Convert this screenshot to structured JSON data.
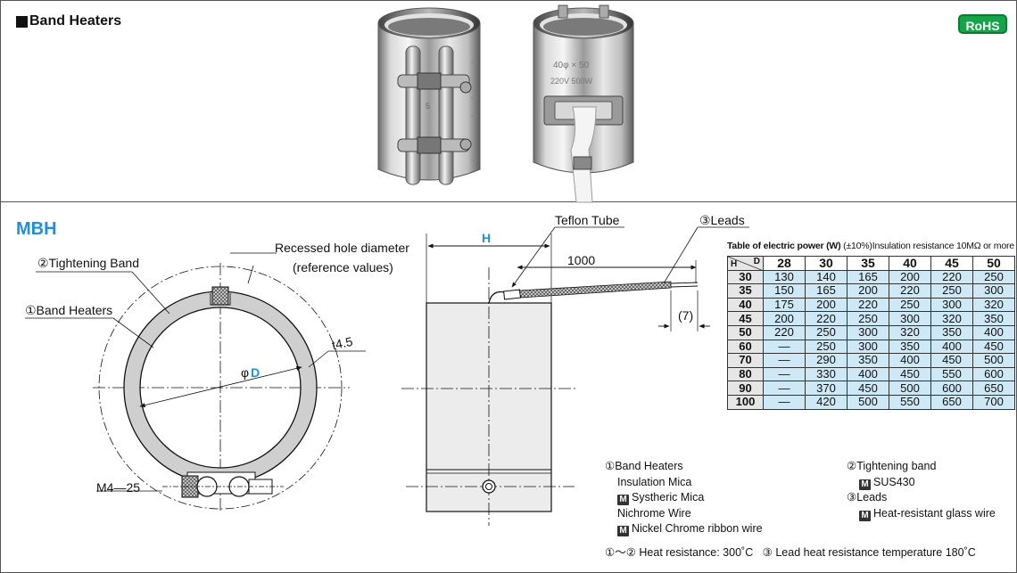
{
  "header": {
    "section_title": "Band Heaters",
    "rohs_badge": "RoHS",
    "photo1_engraving": "5",
    "photo2_engraving_line1": "40φ × 50",
    "photo2_engraving_line2": "220V   500W"
  },
  "drawing": {
    "series_title": "MBH",
    "labels": {
      "recessed_hole_line1": "Recessed hole diameter",
      "recessed_hole_line2": "(reference values)",
      "tightening_band": "②Tightening Band",
      "band_heaters": "①Band Heaters",
      "thickness": "t4.5",
      "diameter_prefix": "φ",
      "diameter_symbol": "D",
      "screw": "M4—25",
      "teflon_tube": "Teflon Tube",
      "leads": "③Leads",
      "height_symbol": "H",
      "lead_length": "1000",
      "strip_length": "(7)"
    }
  },
  "power_table": {
    "title_bold": "Table of electric power (W)",
    "title_rest": "(±10%)Insulation resistance 10MΩ  or more",
    "corner_d": "D",
    "corner_h": "H",
    "columns": [
      "28",
      "30",
      "35",
      "40",
      "45",
      "50"
    ],
    "rows": [
      {
        "h": "30",
        "values": [
          "130",
          "140",
          "165",
          "200",
          "220",
          "250"
        ]
      },
      {
        "h": "35",
        "values": [
          "150",
          "165",
          "200",
          "220",
          "250",
          "300"
        ]
      },
      {
        "h": "40",
        "values": [
          "175",
          "200",
          "220",
          "250",
          "300",
          "320"
        ]
      },
      {
        "h": "45",
        "values": [
          "200",
          "220",
          "250",
          "300",
          "320",
          "350"
        ]
      },
      {
        "h": "50",
        "values": [
          "220",
          "250",
          "300",
          "320",
          "350",
          "400"
        ]
      },
      {
        "h": "60",
        "values": [
          "—",
          "250",
          "300",
          "350",
          "400",
          "450"
        ]
      },
      {
        "h": "70",
        "values": [
          "—",
          "290",
          "350",
          "400",
          "450",
          "500"
        ]
      },
      {
        "h": "80",
        "values": [
          "—",
          "330",
          "400",
          "450",
          "550",
          "600"
        ]
      },
      {
        "h": "90",
        "values": [
          "—",
          "370",
          "450",
          "500",
          "600",
          "650"
        ]
      },
      {
        "h": "100",
        "values": [
          "—",
          "420",
          "500",
          "550",
          "650",
          "700"
        ]
      }
    ]
  },
  "notes": {
    "col1_title": "①Band Heaters",
    "col1_line1": "Insulation Mica",
    "col1_line2": "Systheric Mica",
    "col1_line3": "Nichrome Wire",
    "col1_line4": "Nickel Chrome ribbon wire",
    "col2_title": "②Tightening band",
    "col2_line1": "SUS430",
    "col2_line2": "③Leads",
    "col2_line3": "Heat-resistant glass wire",
    "m_mark": "M",
    "heat_resistance": "①～② Heat resistance: 300˚C",
    "lead_heat_resistance": "③ Lead heat resistance temperature 180˚C"
  }
}
